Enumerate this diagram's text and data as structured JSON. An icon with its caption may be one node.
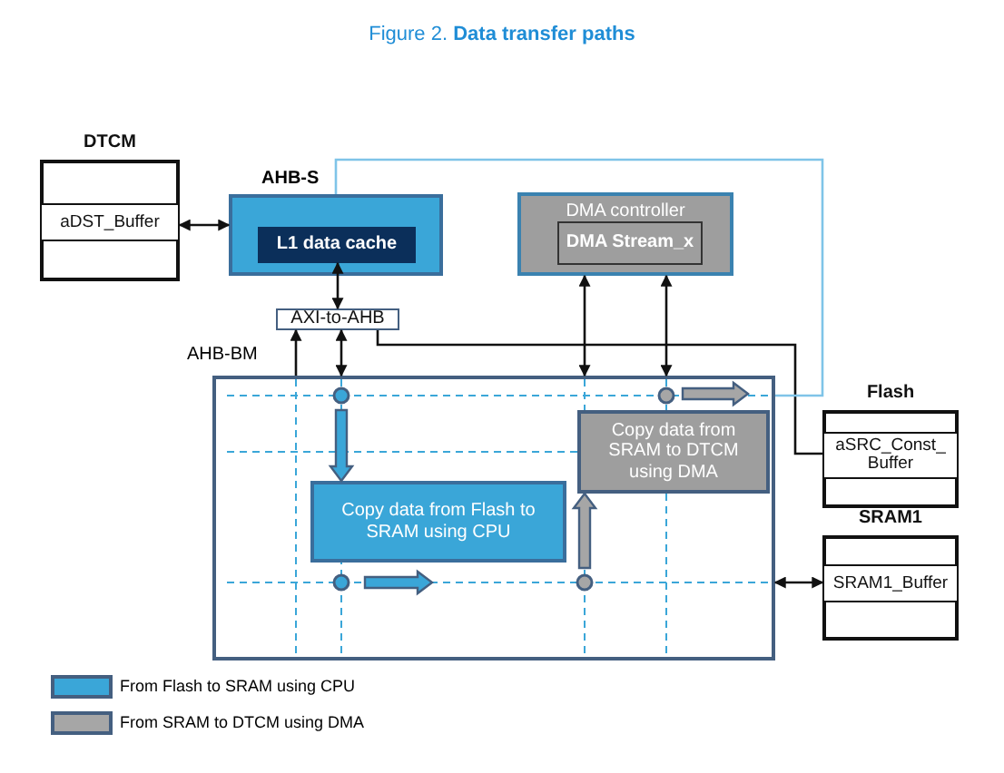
{
  "diagram": {
    "title": "Figure 2. **Data transfer paths**",
    "nodes": [
      {
        "text": [
          "DTCM"
        ]
      },
      {
        "text": [
          "aDST_Buffer"
        ],
        "in": 0
      },
      {
        "text": [],
        "shape": "box",
        "beside": [
          "AHB-S"
        ]
      },
      {
        "text": [
          "L1 data cache"
        ],
        "in": 2
      },
      {
        "text": [
          "AXI-to-AHB"
        ]
      },
      {
        "text": [
          "DMA controller"
        ]
      },
      {
        "text": [
          "DMA Stream_x"
        ],
        "in": 5
      },
      {
        "text": [],
        "shape": "box",
        "beside": [
          "AHB-BM"
        ]
      },
      {
        "text": [
          "Copy data from Flash to SRAM using CPU"
        ],
        "in": 7
      },
      {
        "text": [
          "Copy data from SRAM to DTCM using DMA"
        ],
        "in": 7
      },
      {
        "text": [
          "Flash"
        ]
      },
      {
        "text": [
          "aSRC_Const_ Buffer"
        ],
        "in": 10
      },
      {
        "text": [
          "SRAM1"
        ]
      },
      {
        "text": [
          "SRAM1_Buffer"
        ],
        "in": 12
      }
    ],
    "edges": [
      {
        "from": 1,
        "to": 2,
        "arrow": "both"
      },
      {
        "from": 3,
        "to": 4,
        "arrow": "both"
      },
      {
        "from": 7,
        "to": 4,
        "arrow": "to"
      },
      {
        "from": 4,
        "to": 7,
        "arrow": "both"
      },
      {
        "from": 5,
        "to": 7,
        "arrow": "both"
      },
      {
        "from": 5,
        "to": 7,
        "arrow": "both"
      },
      {
        "from": 4,
        "to": 11,
        "arrow": "none"
      },
      {
        "from": 2,
        "to": 7,
        "arrow": "none",
        "color": "#7fc4e8"
      },
      {
        "from": 13,
        "to": 7,
        "arrow": "both"
      },
      {
        "from": null,
        "to": 8,
        "arrow": "to",
        "style": "thick",
        "color": "#3aa6d8"
      },
      {
        "from": null,
        "to": 9,
        "arrow": "to",
        "style": "thick",
        "color": "#a6a6a6"
      }
    ],
    "legend": [
      {
        "text": "From Flash to SRAM using CPU",
        "color": "#3aa6d8"
      },
      {
        "text": "From SRAM to DTCM using DMA",
        "color": "#a6a6a6"
      }
    ]
  }
}
